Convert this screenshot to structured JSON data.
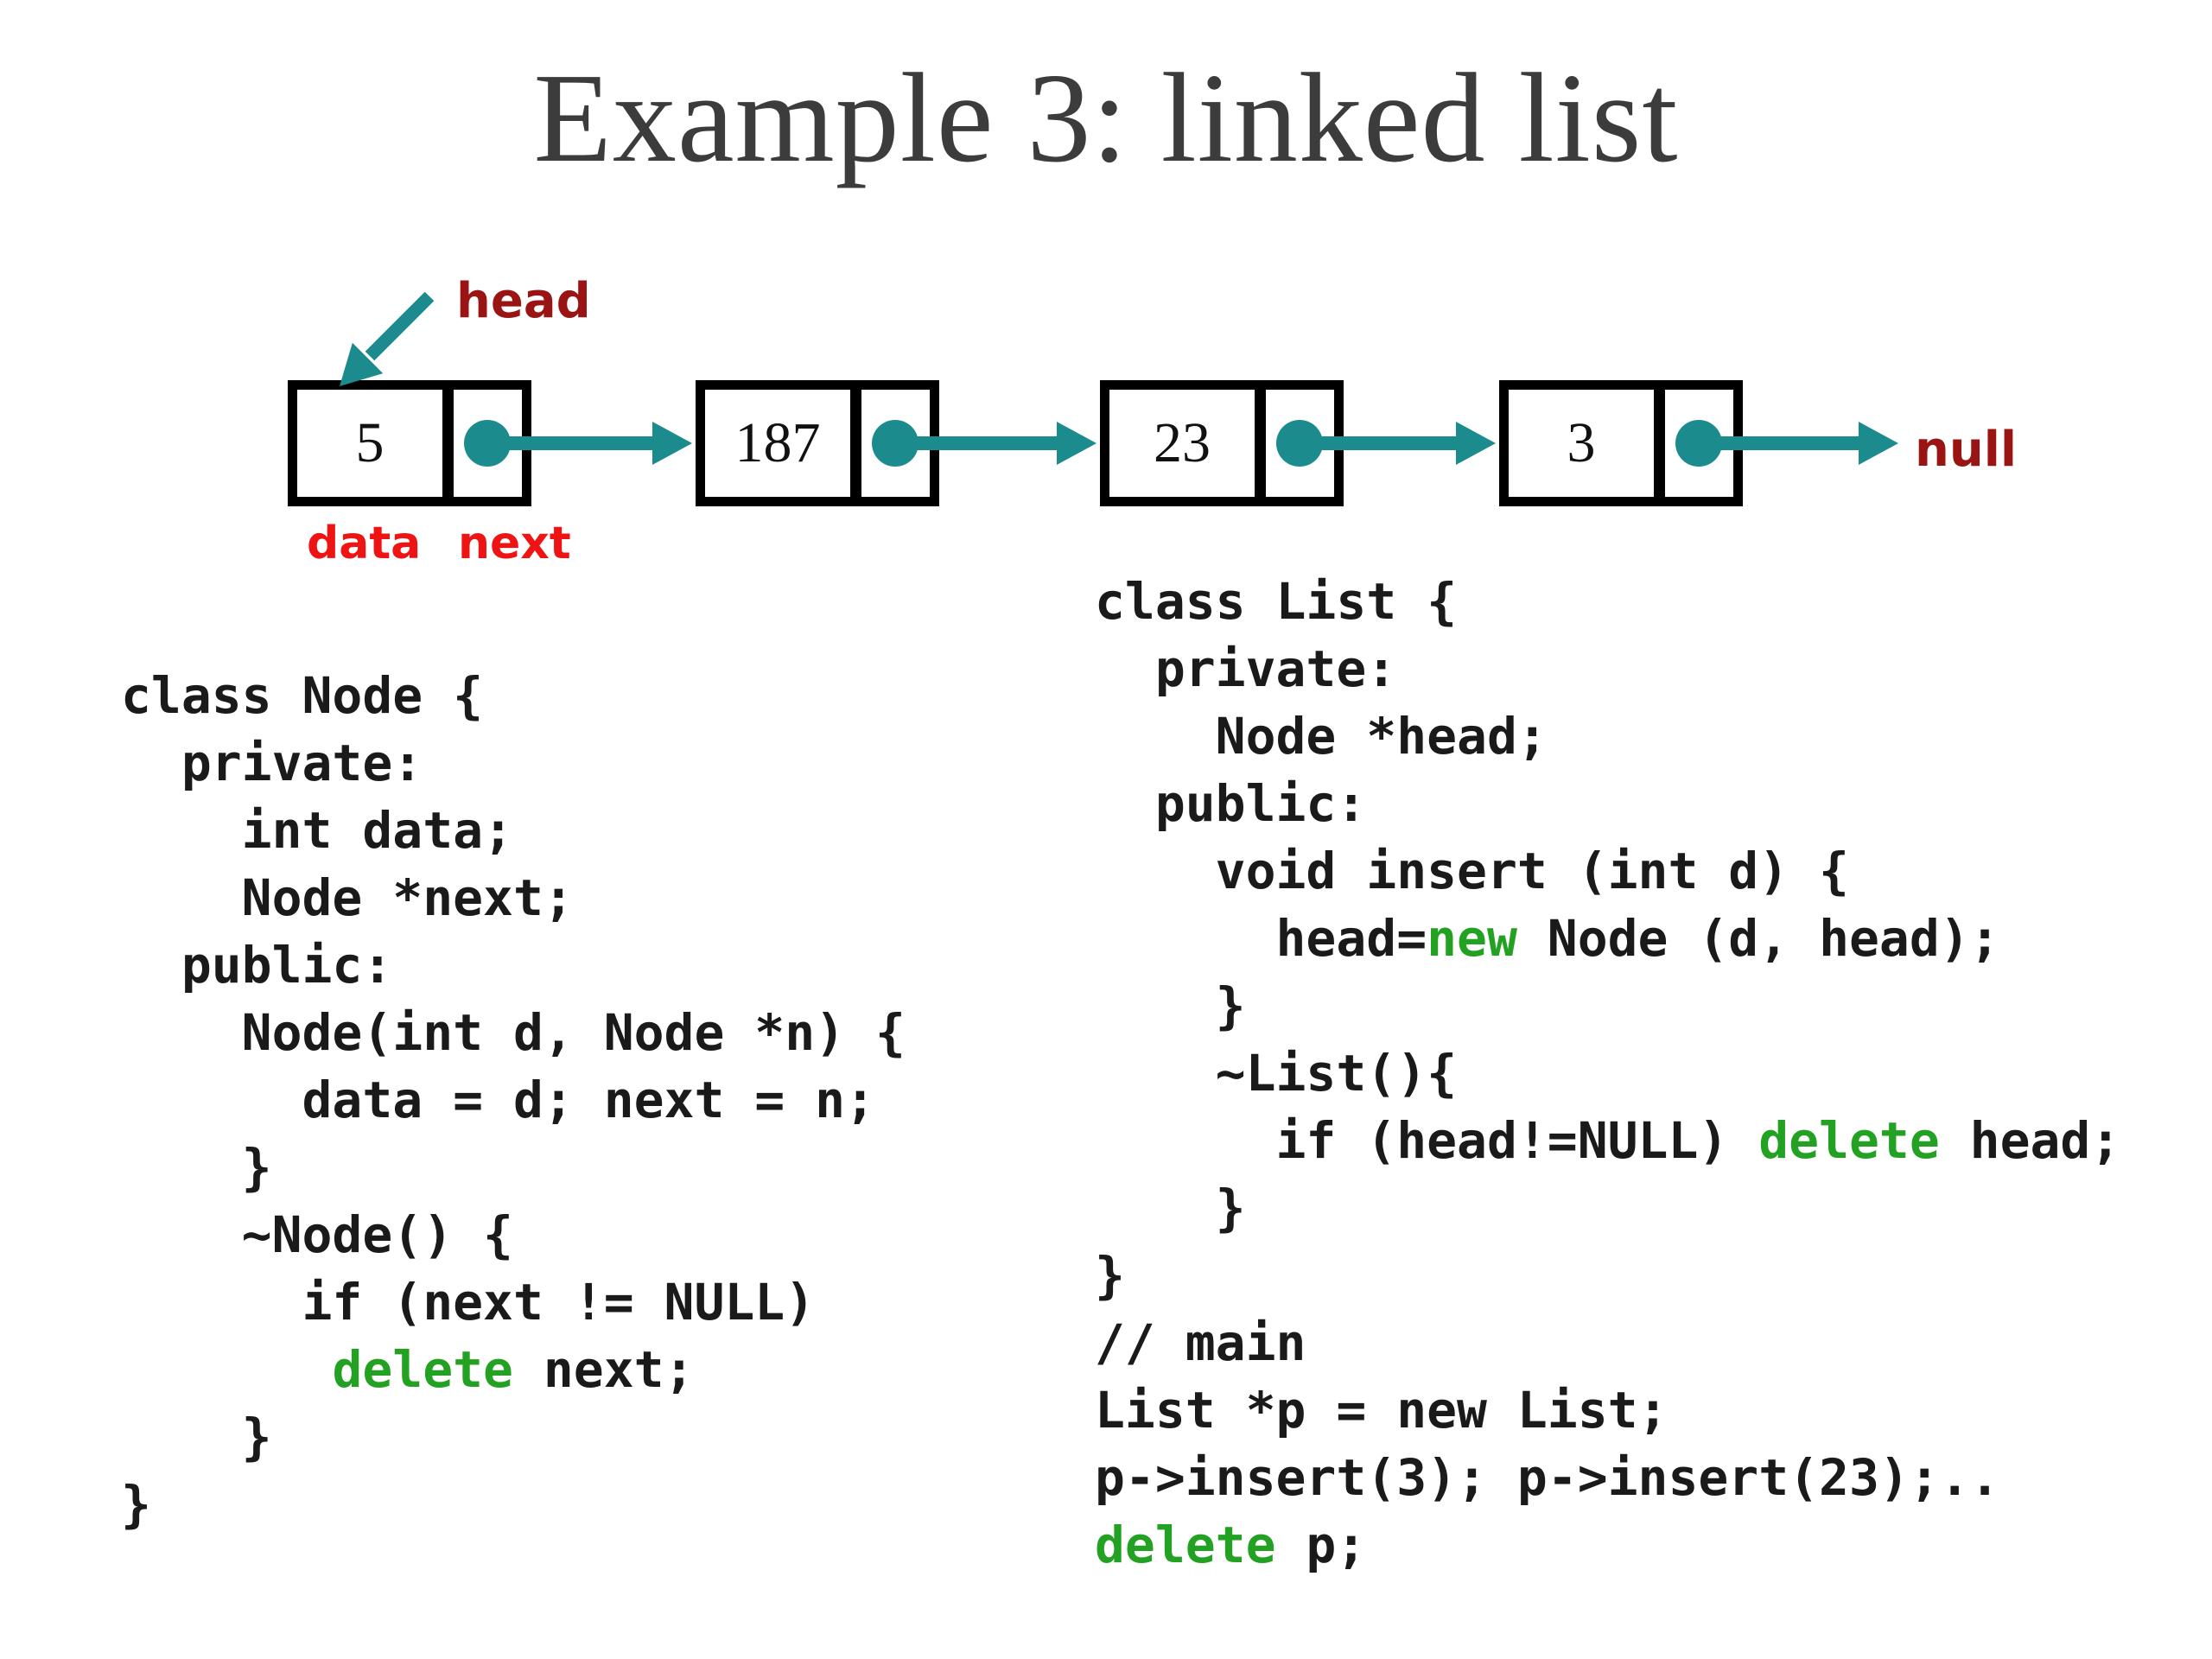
{
  "slide": {
    "title": "Example 3: linked list"
  },
  "colors": {
    "teal": "#1b8b8e",
    "dark_red": "#9a1414",
    "bright_red": "#ee1414",
    "green": "#23a123",
    "title_gray": "#3c3c3c",
    "code_black": "#1a1a1a"
  },
  "diagram": {
    "labels": {
      "head": "head",
      "null": "null",
      "data": "data",
      "next": "next"
    },
    "nodes": [
      {
        "value": "5"
      },
      {
        "value": "187"
      },
      {
        "value": "23"
      },
      {
        "value": "3"
      }
    ]
  },
  "code_blocks": {
    "node_class": {
      "lines": [
        [
          {
            "text": "class Node {"
          }
        ],
        [
          {
            "text": "  private:"
          }
        ],
        [
          {
            "text": "    int data;"
          }
        ],
        [
          {
            "text": "    Node *next;"
          }
        ],
        [
          {
            "text": "  public:"
          }
        ],
        [
          {
            "text": "    Node(int d, Node *n) {"
          }
        ],
        [
          {
            "text": "      data = d; next = n;"
          }
        ],
        [
          {
            "text": "    }"
          }
        ],
        [
          {
            "text": "    ~Node() {"
          }
        ],
        [
          {
            "text": "      if (next != NULL)"
          }
        ],
        [
          {
            "text": "       "
          },
          {
            "text": "delete",
            "kw": true
          },
          {
            "text": " next;"
          }
        ],
        [
          {
            "text": "    }"
          }
        ],
        [
          {
            "text": "}"
          }
        ]
      ]
    },
    "list_class": {
      "lines": [
        [
          {
            "text": "class List {"
          }
        ],
        [
          {
            "text": "  private:"
          }
        ],
        [
          {
            "text": "    Node *head;"
          }
        ],
        [
          {
            "text": "  public:"
          }
        ],
        [
          {
            "text": "    void insert (int d) {"
          }
        ],
        [
          {
            "text": "      head="
          },
          {
            "text": "new",
            "kw": true
          },
          {
            "text": " Node (d, head);"
          }
        ],
        [
          {
            "text": "    }"
          }
        ],
        [
          {
            "text": "    ~List(){"
          }
        ],
        [
          {
            "text": "      if (head!=NULL) "
          },
          {
            "text": "delete",
            "kw": true
          },
          {
            "text": " head;"
          }
        ],
        [
          {
            "text": "    }"
          }
        ],
        [
          {
            "text": "}"
          }
        ],
        [
          {
            "text": "// main"
          }
        ],
        [
          {
            "text": "List *p = new List;"
          }
        ],
        [
          {
            "text": "p->insert(3); p->insert(23);.."
          }
        ],
        [
          {
            "text": "delete",
            "kw": true
          },
          {
            "text": " p;"
          }
        ]
      ]
    }
  }
}
